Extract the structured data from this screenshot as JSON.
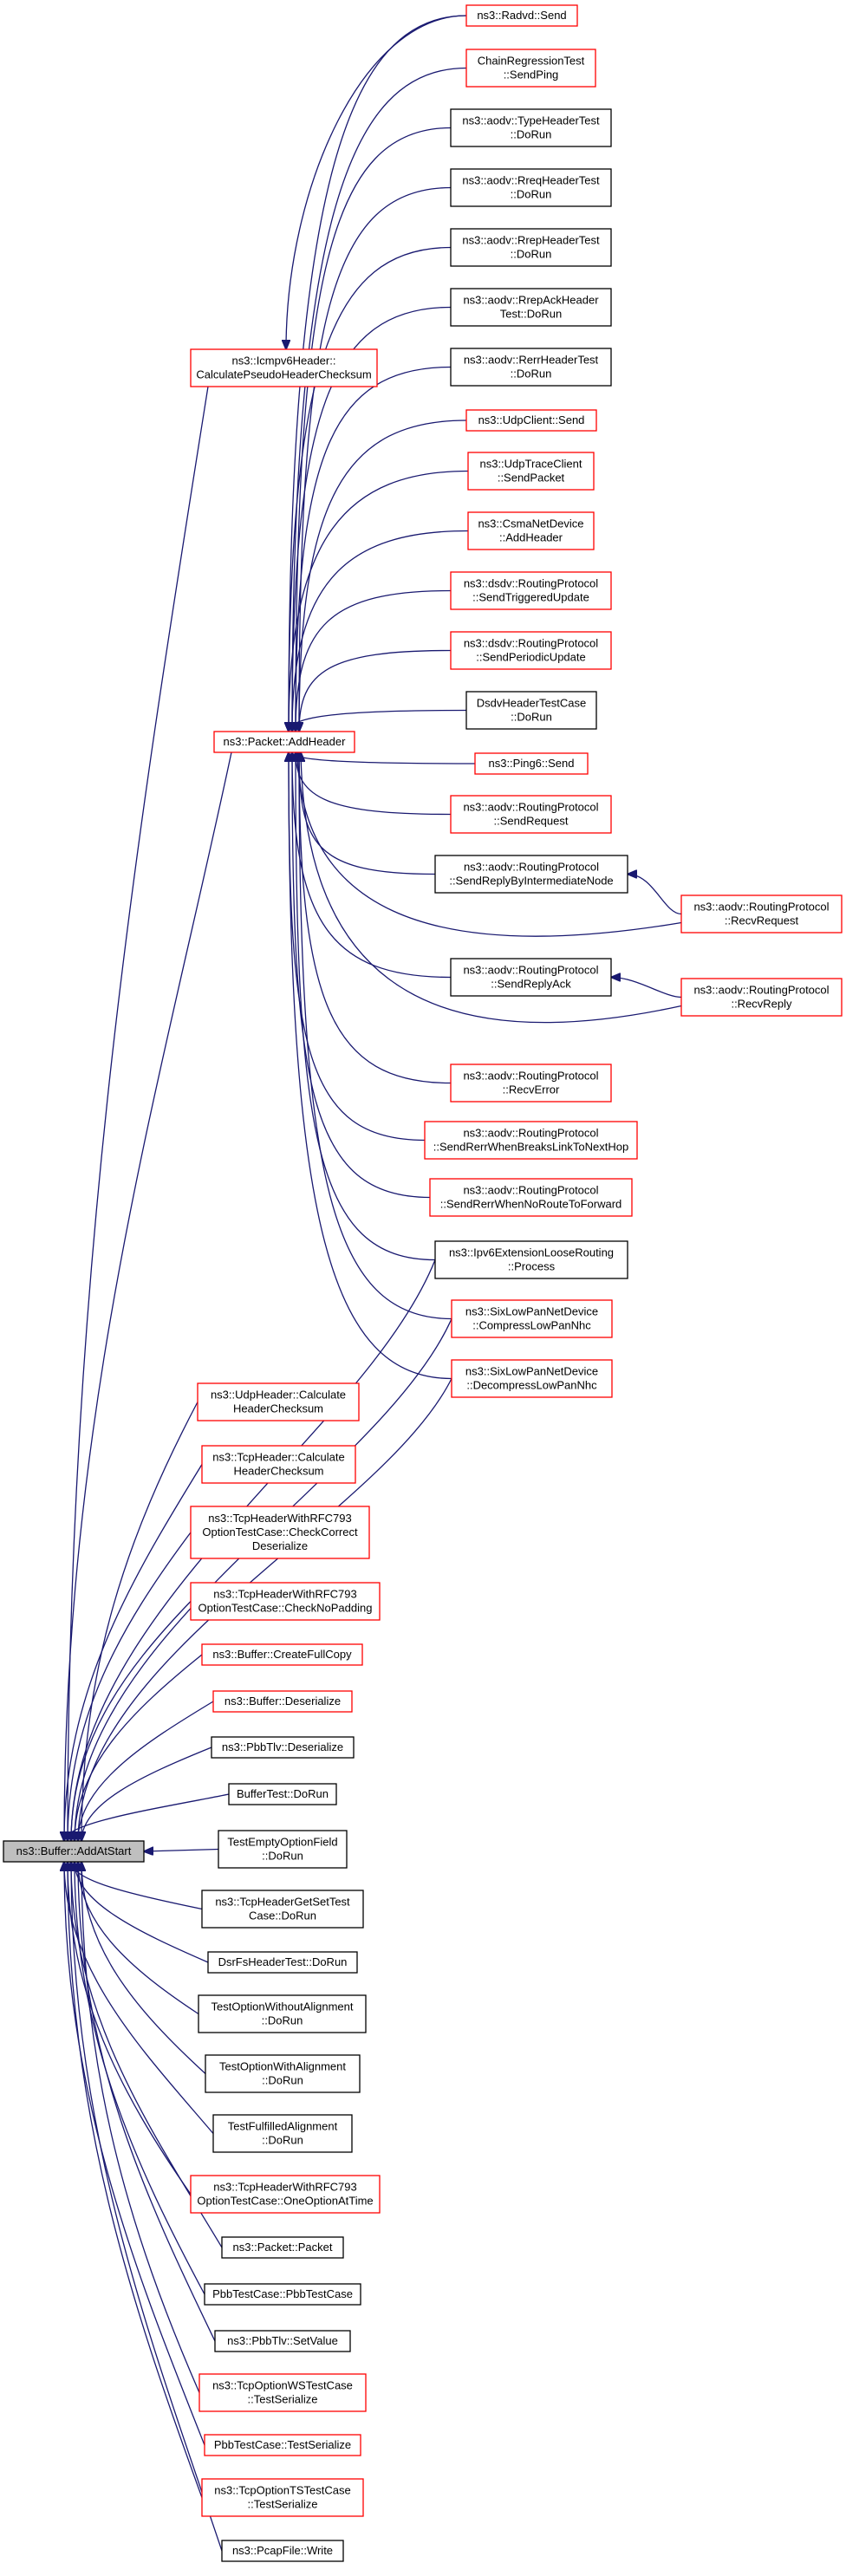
{
  "colors": {
    "edge": "#191970",
    "border_default": "#000000",
    "border_truncated": "#ff0000",
    "focus_fill": "#bfbfbf"
  },
  "nodes": [
    {
      "id": "n_addatstart",
      "lines": [
        "ns3::Buffer::AddAtStart"
      ],
      "style": "focus"
    },
    {
      "id": "n_addheader",
      "lines": [
        "ns3::Packet::AddHeader"
      ],
      "style": "red"
    },
    {
      "id": "n_icmpv6",
      "lines": [
        "ns3::Icmpv6Header::",
        "CalculatePseudoHeaderChecksum"
      ],
      "style": "red"
    },
    {
      "id": "n_radvd",
      "lines": [
        "ns3::Radvd::Send"
      ],
      "style": "red"
    },
    {
      "id": "n_chainreg",
      "lines": [
        "ChainRegressionTest",
        "::SendPing"
      ],
      "style": "red"
    },
    {
      "id": "n_aodv_type",
      "lines": [
        "ns3::aodv::TypeHeaderTest",
        "::DoRun"
      ],
      "style": "black"
    },
    {
      "id": "n_aodv_rreq",
      "lines": [
        "ns3::aodv::RreqHeaderTest",
        "::DoRun"
      ],
      "style": "black"
    },
    {
      "id": "n_aodv_rrep",
      "lines": [
        "ns3::aodv::RrepHeaderTest",
        "::DoRun"
      ],
      "style": "black"
    },
    {
      "id": "n_aodv_rrepack",
      "lines": [
        "ns3::aodv::RrepAckHeader",
        "Test::DoRun"
      ],
      "style": "black"
    },
    {
      "id": "n_aodv_rerr",
      "lines": [
        "ns3::aodv::RerrHeaderTest",
        "::DoRun"
      ],
      "style": "black"
    },
    {
      "id": "n_udpclient",
      "lines": [
        "ns3::UdpClient::Send"
      ],
      "style": "red"
    },
    {
      "id": "n_udptrace",
      "lines": [
        "ns3::UdpTraceClient",
        "::SendPacket"
      ],
      "style": "red"
    },
    {
      "id": "n_csma",
      "lines": [
        "ns3::CsmaNetDevice",
        "::AddHeader"
      ],
      "style": "red"
    },
    {
      "id": "n_dsdv_trig",
      "lines": [
        "ns3::dsdv::RoutingProtocol",
        "::SendTriggeredUpdate"
      ],
      "style": "red"
    },
    {
      "id": "n_dsdv_per",
      "lines": [
        "ns3::dsdv::RoutingProtocol",
        "::SendPeriodicUpdate"
      ],
      "style": "red"
    },
    {
      "id": "n_dsdvtest",
      "lines": [
        "DsdvHeaderTestCase",
        "::DoRun"
      ],
      "style": "black"
    },
    {
      "id": "n_ping6",
      "lines": [
        "ns3::Ping6::Send"
      ],
      "style": "red"
    },
    {
      "id": "n_aodv_sendreq",
      "lines": [
        "ns3::aodv::RoutingProtocol",
        "::SendRequest"
      ],
      "style": "red"
    },
    {
      "id": "n_aodv_sendreplyim",
      "lines": [
        "ns3::aodv::RoutingProtocol",
        "::SendReplyByIntermediateNode"
      ],
      "style": "black"
    },
    {
      "id": "n_aodv_recvreq",
      "lines": [
        "ns3::aodv::RoutingProtocol",
        "::RecvRequest"
      ],
      "style": "red"
    },
    {
      "id": "n_aodv_sendreplyack",
      "lines": [
        "ns3::aodv::RoutingProtocol",
        "::SendReplyAck"
      ],
      "style": "black"
    },
    {
      "id": "n_aodv_recvreply",
      "lines": [
        "ns3::aodv::RoutingProtocol",
        "::RecvReply"
      ],
      "style": "red"
    },
    {
      "id": "n_aodv_recverr",
      "lines": [
        "ns3::aodv::RoutingProtocol",
        "::RecvError"
      ],
      "style": "red"
    },
    {
      "id": "n_aodv_rerrbreaks",
      "lines": [
        "ns3::aodv::RoutingProtocol",
        "::SendRerrWhenBreaksLinkToNextHop"
      ],
      "style": "red"
    },
    {
      "id": "n_aodv_rerrnoroute",
      "lines": [
        "ns3::aodv::RoutingProtocol",
        "::SendRerrWhenNoRouteToForward"
      ],
      "style": "red"
    },
    {
      "id": "n_ipv6loose",
      "lines": [
        "ns3::Ipv6ExtensionLooseRouting",
        "::Process"
      ],
      "style": "black"
    },
    {
      "id": "n_sixcompress",
      "lines": [
        "ns3::SixLowPanNetDevice",
        "::CompressLowPanNhc"
      ],
      "style": "red"
    },
    {
      "id": "n_sixdecompress",
      "lines": [
        "ns3::SixLowPanNetDevice",
        "::DecompressLowPanNhc"
      ],
      "style": "red"
    },
    {
      "id": "n_udpheader",
      "lines": [
        "ns3::UdpHeader::Calculate",
        "HeaderChecksum"
      ],
      "style": "red"
    },
    {
      "id": "n_tcpheader",
      "lines": [
        "ns3::TcpHeader::Calculate",
        "HeaderChecksum"
      ],
      "style": "red"
    },
    {
      "id": "n_tcp793_check",
      "lines": [
        "ns3::TcpHeaderWithRFC793",
        "OptionTestCase::CheckCorrect",
        "Deserialize"
      ],
      "style": "red"
    },
    {
      "id": "n_tcp793_nopad",
      "lines": [
        "ns3::TcpHeaderWithRFC793",
        "OptionTestCase::CheckNoPadding"
      ],
      "style": "red"
    },
    {
      "id": "n_buf_fullcopy",
      "lines": [
        "ns3::Buffer::CreateFullCopy"
      ],
      "style": "red"
    },
    {
      "id": "n_buf_deser",
      "lines": [
        "ns3::Buffer::Deserialize"
      ],
      "style": "red"
    },
    {
      "id": "n_pbbtlv_deser",
      "lines": [
        "ns3::PbbTlv::Deserialize"
      ],
      "style": "black"
    },
    {
      "id": "n_buffertest",
      "lines": [
        "BufferTest::DoRun"
      ],
      "style": "black"
    },
    {
      "id": "n_testempty",
      "lines": [
        "TestEmptyOptionField",
        "::DoRun"
      ],
      "style": "black"
    },
    {
      "id": "n_tcpgetset",
      "lines": [
        "ns3::TcpHeaderGetSetTest",
        "Case::DoRun"
      ],
      "style": "black"
    },
    {
      "id": "n_dsrfs",
      "lines": [
        "DsrFsHeaderTest::DoRun"
      ],
      "style": "black"
    },
    {
      "id": "n_testwithout",
      "lines": [
        "TestOptionWithoutAlignment",
        "::DoRun"
      ],
      "style": "black"
    },
    {
      "id": "n_testwith",
      "lines": [
        "TestOptionWithAlignment",
        "::DoRun"
      ],
      "style": "black"
    },
    {
      "id": "n_testfull",
      "lines": [
        "TestFulfilledAlignment",
        "::DoRun"
      ],
      "style": "black"
    },
    {
      "id": "n_tcp793_one",
      "lines": [
        "ns3::TcpHeaderWithRFC793",
        "OptionTestCase::OneOptionAtTime"
      ],
      "style": "red"
    },
    {
      "id": "n_packet",
      "lines": [
        "ns3::Packet::Packet"
      ],
      "style": "black"
    },
    {
      "id": "n_pbbtestcase",
      "lines": [
        "PbbTestCase::PbbTestCase"
      ],
      "style": "black"
    },
    {
      "id": "n_pbbtlv_set",
      "lines": [
        "ns3::PbbTlv::SetValue"
      ],
      "style": "black"
    },
    {
      "id": "n_tcpoptws",
      "lines": [
        "ns3::TcpOptionWSTestCase",
        "::TestSerialize"
      ],
      "style": "red"
    },
    {
      "id": "n_pbbtestser",
      "lines": [
        "PbbTestCase::TestSerialize"
      ],
      "style": "red"
    },
    {
      "id": "n_tcpoptts",
      "lines": [
        "ns3::TcpOptionTSTestCase",
        "::TestSerialize"
      ],
      "style": "red"
    },
    {
      "id": "n_pcapwrite",
      "lines": [
        "ns3::PcapFile::Write"
      ],
      "style": "black"
    }
  ]
}
